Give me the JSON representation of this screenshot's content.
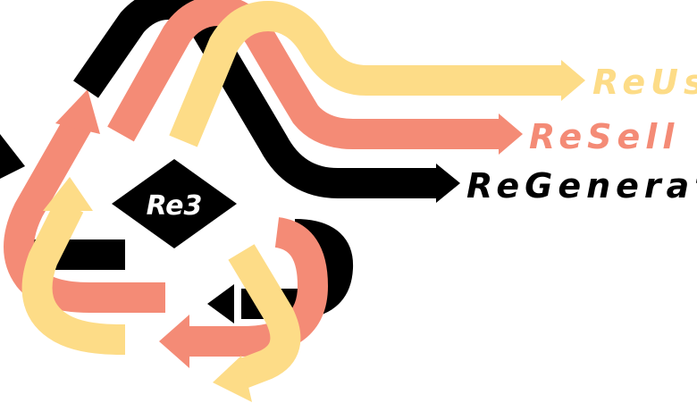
{
  "logo": {
    "badge_text": "Re3",
    "labels": {
      "reuse": "ReUse",
      "resell": "ReSell",
      "regenerate": "ReGenerate"
    },
    "colors": {
      "reuse": "#fddc87",
      "resell": "#f48b76",
      "regenerate": "#000000",
      "badge_text": "#ffffff",
      "background": "#ffffff"
    }
  }
}
